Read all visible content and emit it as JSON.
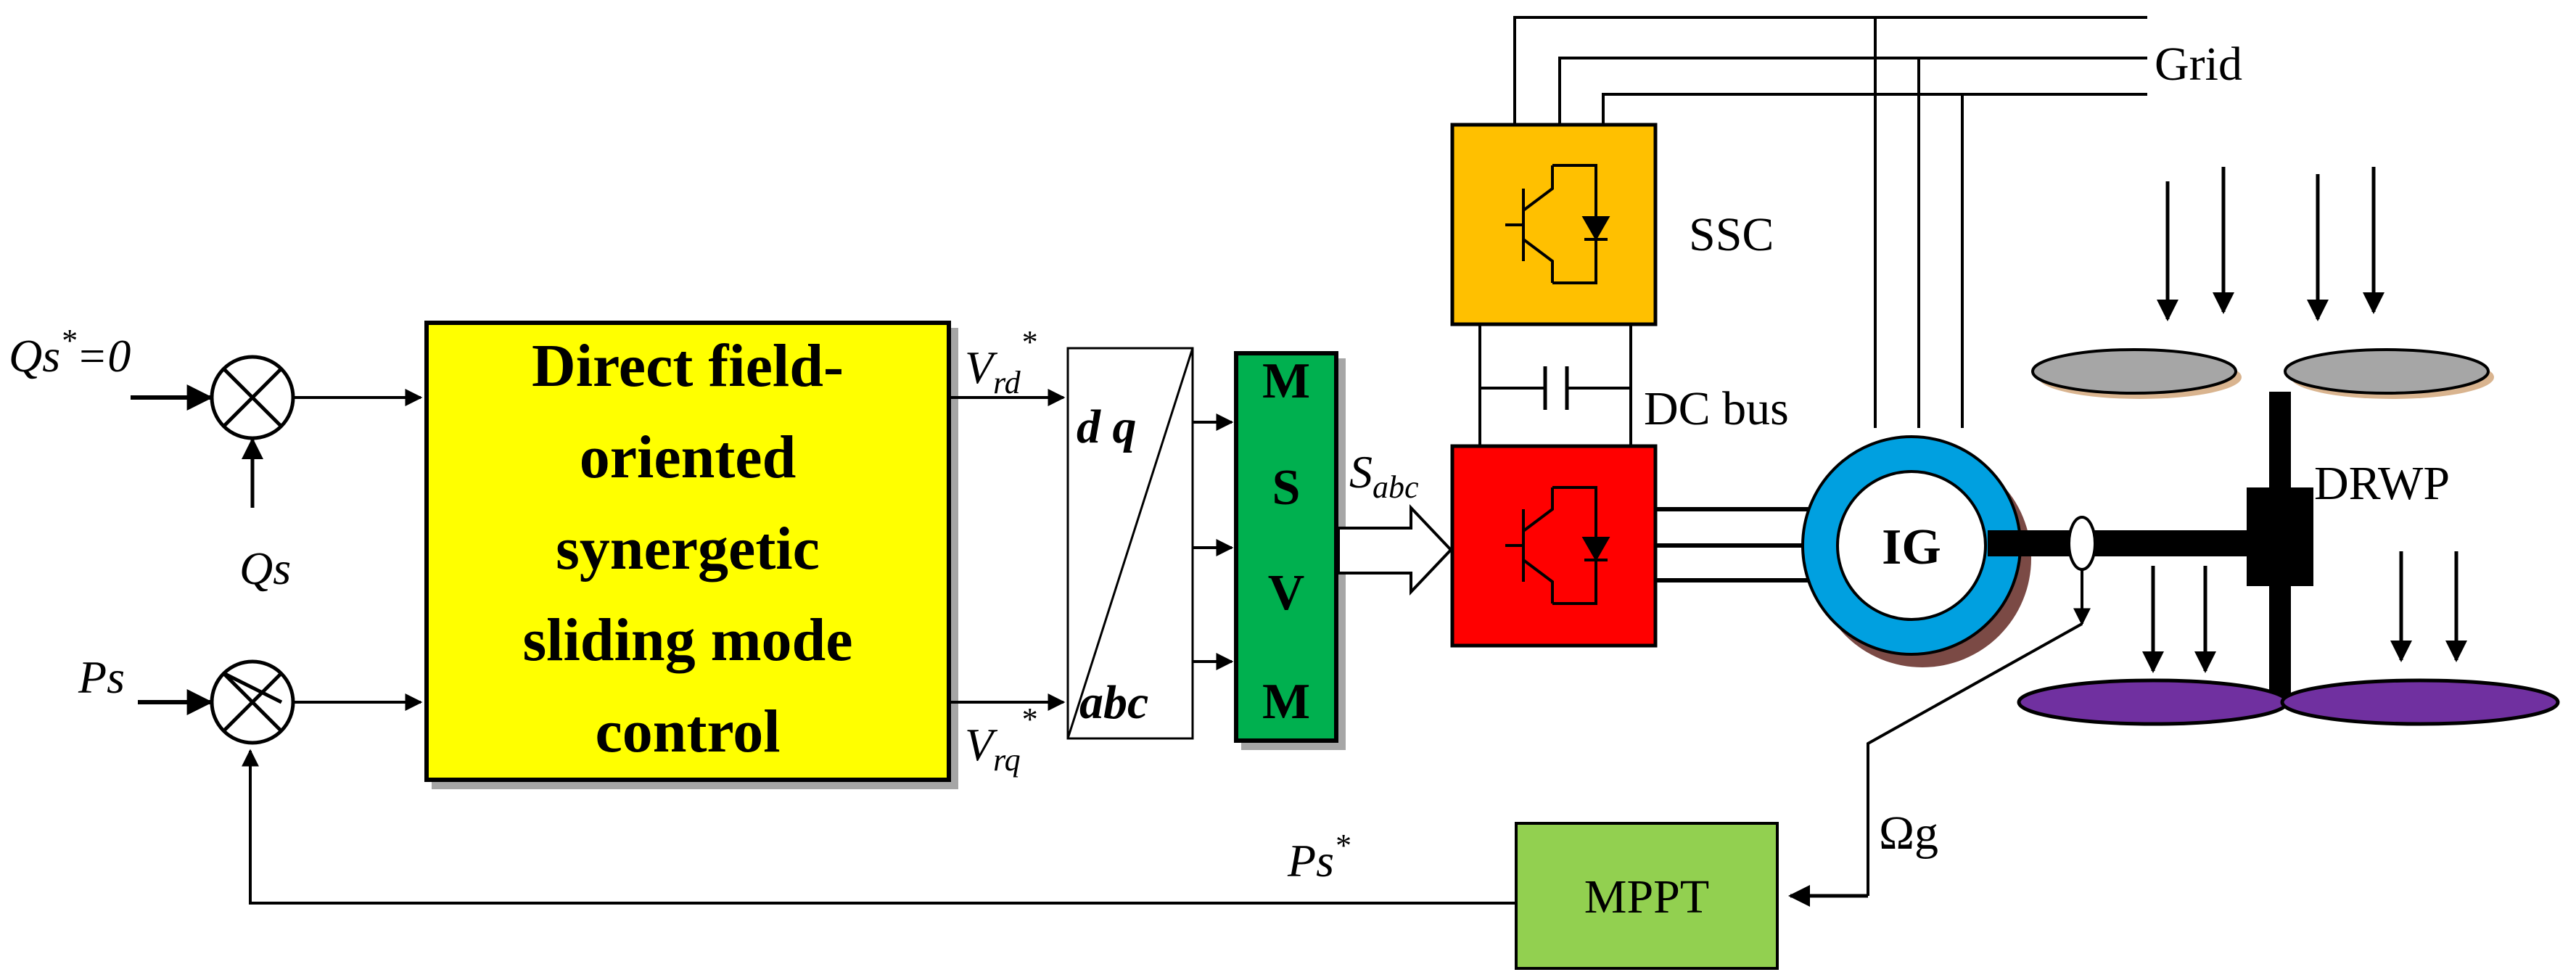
{
  "inputs": {
    "qs_ref": {
      "base": "Qs",
      "sup": "*",
      "rest": "=0"
    },
    "qs_meas": "Qs",
    "ps_meas": "Ps",
    "ps_ref": {
      "base": "Ps",
      "sup": "*"
    }
  },
  "controller": {
    "lines": [
      "Direct field-",
      "oriented",
      "synergetic",
      "sliding mode",
      "control"
    ],
    "color": "#ffff00"
  },
  "signals": {
    "vrd": {
      "base": "V",
      "sub": "rd",
      "sup": "*"
    },
    "vrq": {
      "base": "V",
      "sub": "rq",
      "sup": "*"
    },
    "sabc": {
      "base": "S",
      "sub": "abc"
    },
    "omega": "Ωg"
  },
  "transform": {
    "top": "d q",
    "bottom": "abc"
  },
  "msvm": {
    "letters": [
      "M",
      "S",
      "V",
      "M"
    ],
    "color": "#00b050"
  },
  "converters": {
    "ssc_label": "SSC",
    "ssc_color": "#ffc000",
    "rsc_color": "#ff0000",
    "dc_bus_label": "DC bus"
  },
  "grid_label": "Grid",
  "generator": {
    "label": "IG",
    "ring_color": "#00a0e0"
  },
  "turbine": {
    "label": "DRWP",
    "upper_rotor_color": "#a6a6a6",
    "lower_rotor_color": "#7030a0"
  },
  "mppt": {
    "label": "MPPT",
    "color": "#92d050"
  }
}
